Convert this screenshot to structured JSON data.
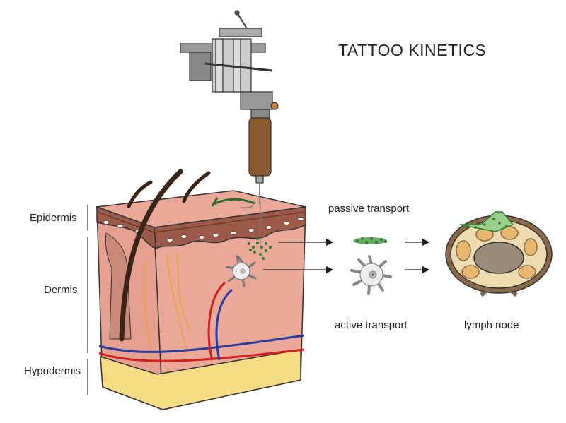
{
  "title": "TATTOO KINETICS",
  "layers": {
    "epidermis": "Epidermis",
    "dermis": "Dermis",
    "hypodermis": "Hypodermis"
  },
  "transport": {
    "passive": "passive transport",
    "active": "active transport"
  },
  "lymph_node": "lymph node",
  "colors": {
    "skin": "#e8a797",
    "epidermis_band": "#9c5a4a",
    "fat": "#f7dc86",
    "ink": "#2f7a2f",
    "lymph_fill": "#9a7a5a"
  }
}
